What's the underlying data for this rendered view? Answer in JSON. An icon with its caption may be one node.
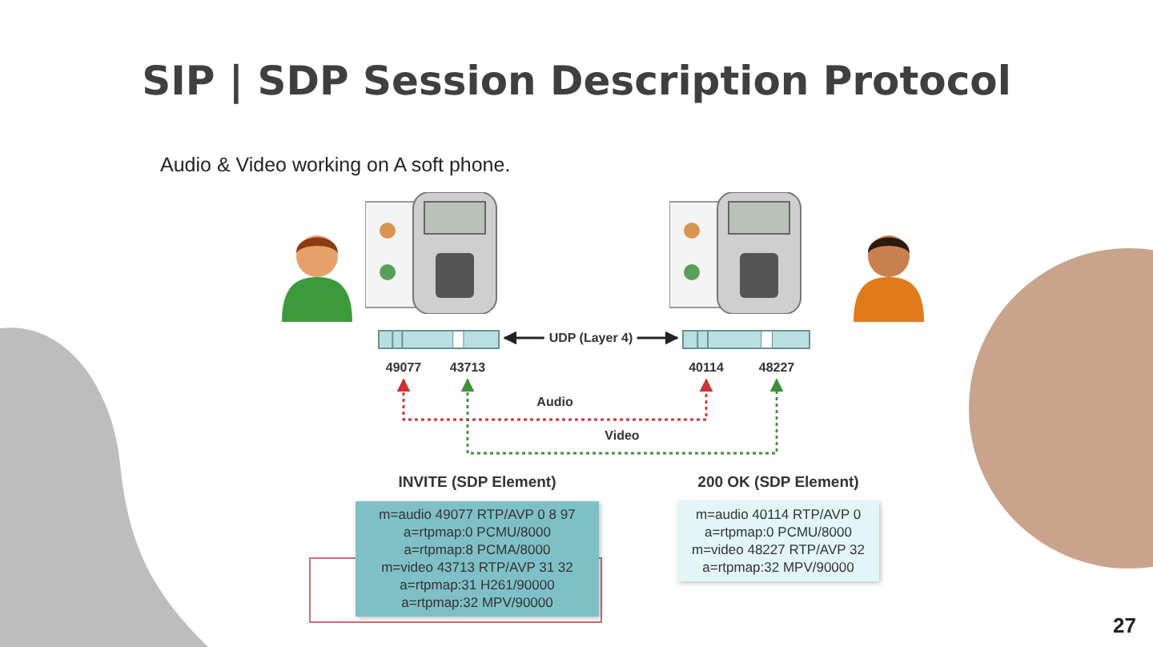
{
  "diagram": {
    "title": "SIP | SDP Session Description Protocol",
    "nodes": [
      {
        "text": [],
        "shape": "person"
      },
      {
        "text": [],
        "shape": "picture"
      },
      {
        "text": [],
        "shape": "picture"
      },
      {
        "text": [],
        "shape": "person"
      },
      {
        "text": [],
        "shape": "bar"
      },
      {
        "text": [],
        "shape": "bar"
      },
      {
        "text": [
          "49077"
        ]
      },
      {
        "text": [
          "43713"
        ]
      },
      {
        "text": [
          "40114"
        ]
      },
      {
        "text": [
          "48227"
        ]
      },
      {
        "text": [
          "INVITE (SDP Element)",
          "m=audio 49077 RTP/AVP 0 8 97",
          "a=rtpmap:0 PCMU/8000",
          "a=rtpmap:8 PCMA/8000",
          "m=video 43713 RTP/AVP 31 32",
          "a=rtpmap:31 H261/90000",
          "a=rtpmap:32 MPV/90000"
        ]
      },
      {
        "text": [
          "200 OK (SDP Element)",
          "m=audio 40114 RTP/AVP 0",
          "a=rtpmap:0 PCMU/8000",
          "m=video 48227 RTP/AVP 32",
          "a=rtpmap:32 MPV/90000"
        ]
      }
    ],
    "edges": [
      {
        "from": 4,
        "to": 5,
        "arrow": "both",
        "label": "UDP (Layer 4)"
      },
      {
        "from": 6,
        "to": 8,
        "arrow": "both",
        "label": "Audio",
        "style": "dashed",
        "color": "#cc3333"
      },
      {
        "from": 7,
        "to": 9,
        "arrow": "both",
        "label": "Video",
        "style": "dashed",
        "color": "#3f8f3a"
      }
    ],
    "labels": [
      "Audio & Video working on A soft phone.",
      "27"
    ]
  }
}
